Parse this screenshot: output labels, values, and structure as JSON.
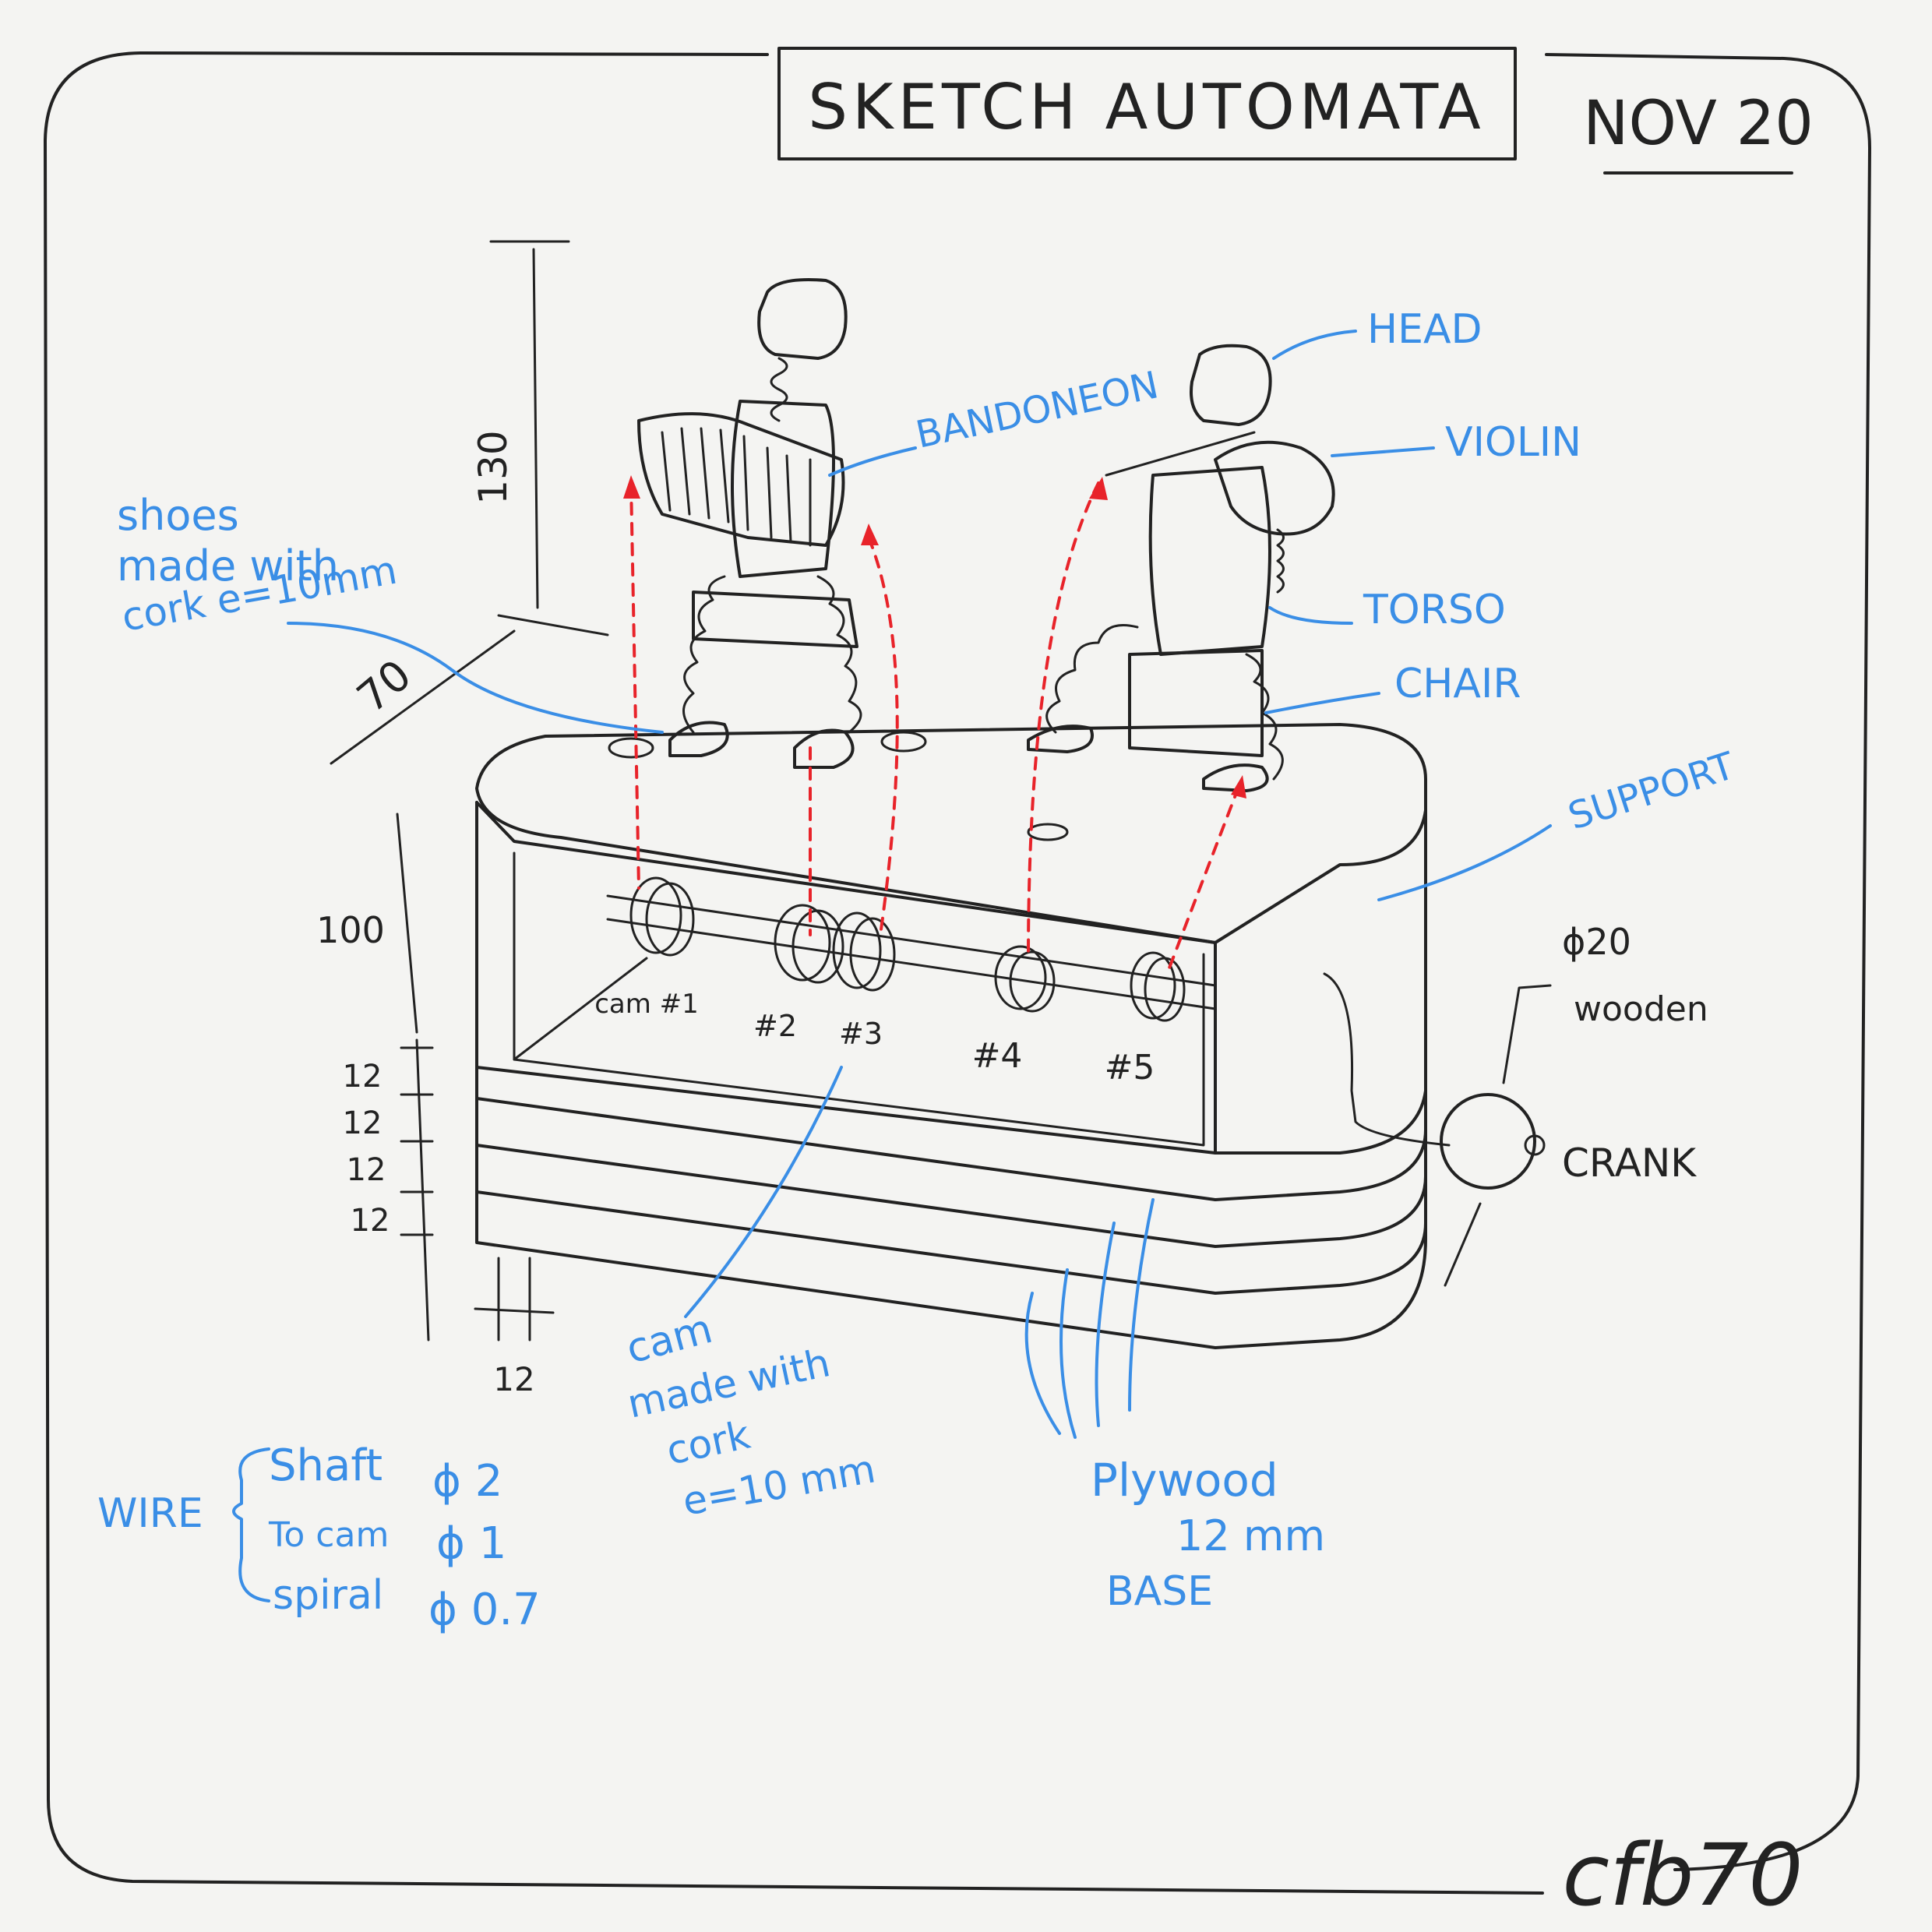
{
  "title": "SKETCH AUTOMATA",
  "date": "NOV 20",
  "signature": "cfb70",
  "labels": {
    "head": "HEAD",
    "violin": "VIOLIN",
    "bandoneon": "BANDONEON",
    "torso": "TORSO",
    "chair": "CHAIR",
    "support": "SUPPORT",
    "crank": "CRANK",
    "crank_spec_1": "ϕ20",
    "crank_spec_2": "wooden"
  },
  "shoes_note": [
    "shoes",
    "made with",
    "cork e=10mm"
  ],
  "cam_note": [
    "cam",
    "made with",
    "cork",
    "e=10 mm"
  ],
  "plywood_note": [
    "Plywood",
    "12 mm",
    "BASE"
  ],
  "dimensions": {
    "height": "130",
    "depth": "70",
    "support_height": "100",
    "layers": [
      "12",
      "12",
      "12",
      "12"
    ],
    "thickness": "12"
  },
  "cams": [
    "cam #1",
    "#2",
    "#3",
    "#4",
    "#5"
  ],
  "wire": {
    "label": "WIRE",
    "items": [
      {
        "name": "Shaft",
        "value": "ϕ 2"
      },
      {
        "name": "To cam",
        "value": "ϕ 1"
      },
      {
        "name": "spiral",
        "value": "ϕ 0.7"
      }
    ]
  },
  "colors": {
    "ink": "#222222",
    "annotation": "#3a8ee6",
    "motion": "#e8232a",
    "paper": "#f4f4f2"
  }
}
